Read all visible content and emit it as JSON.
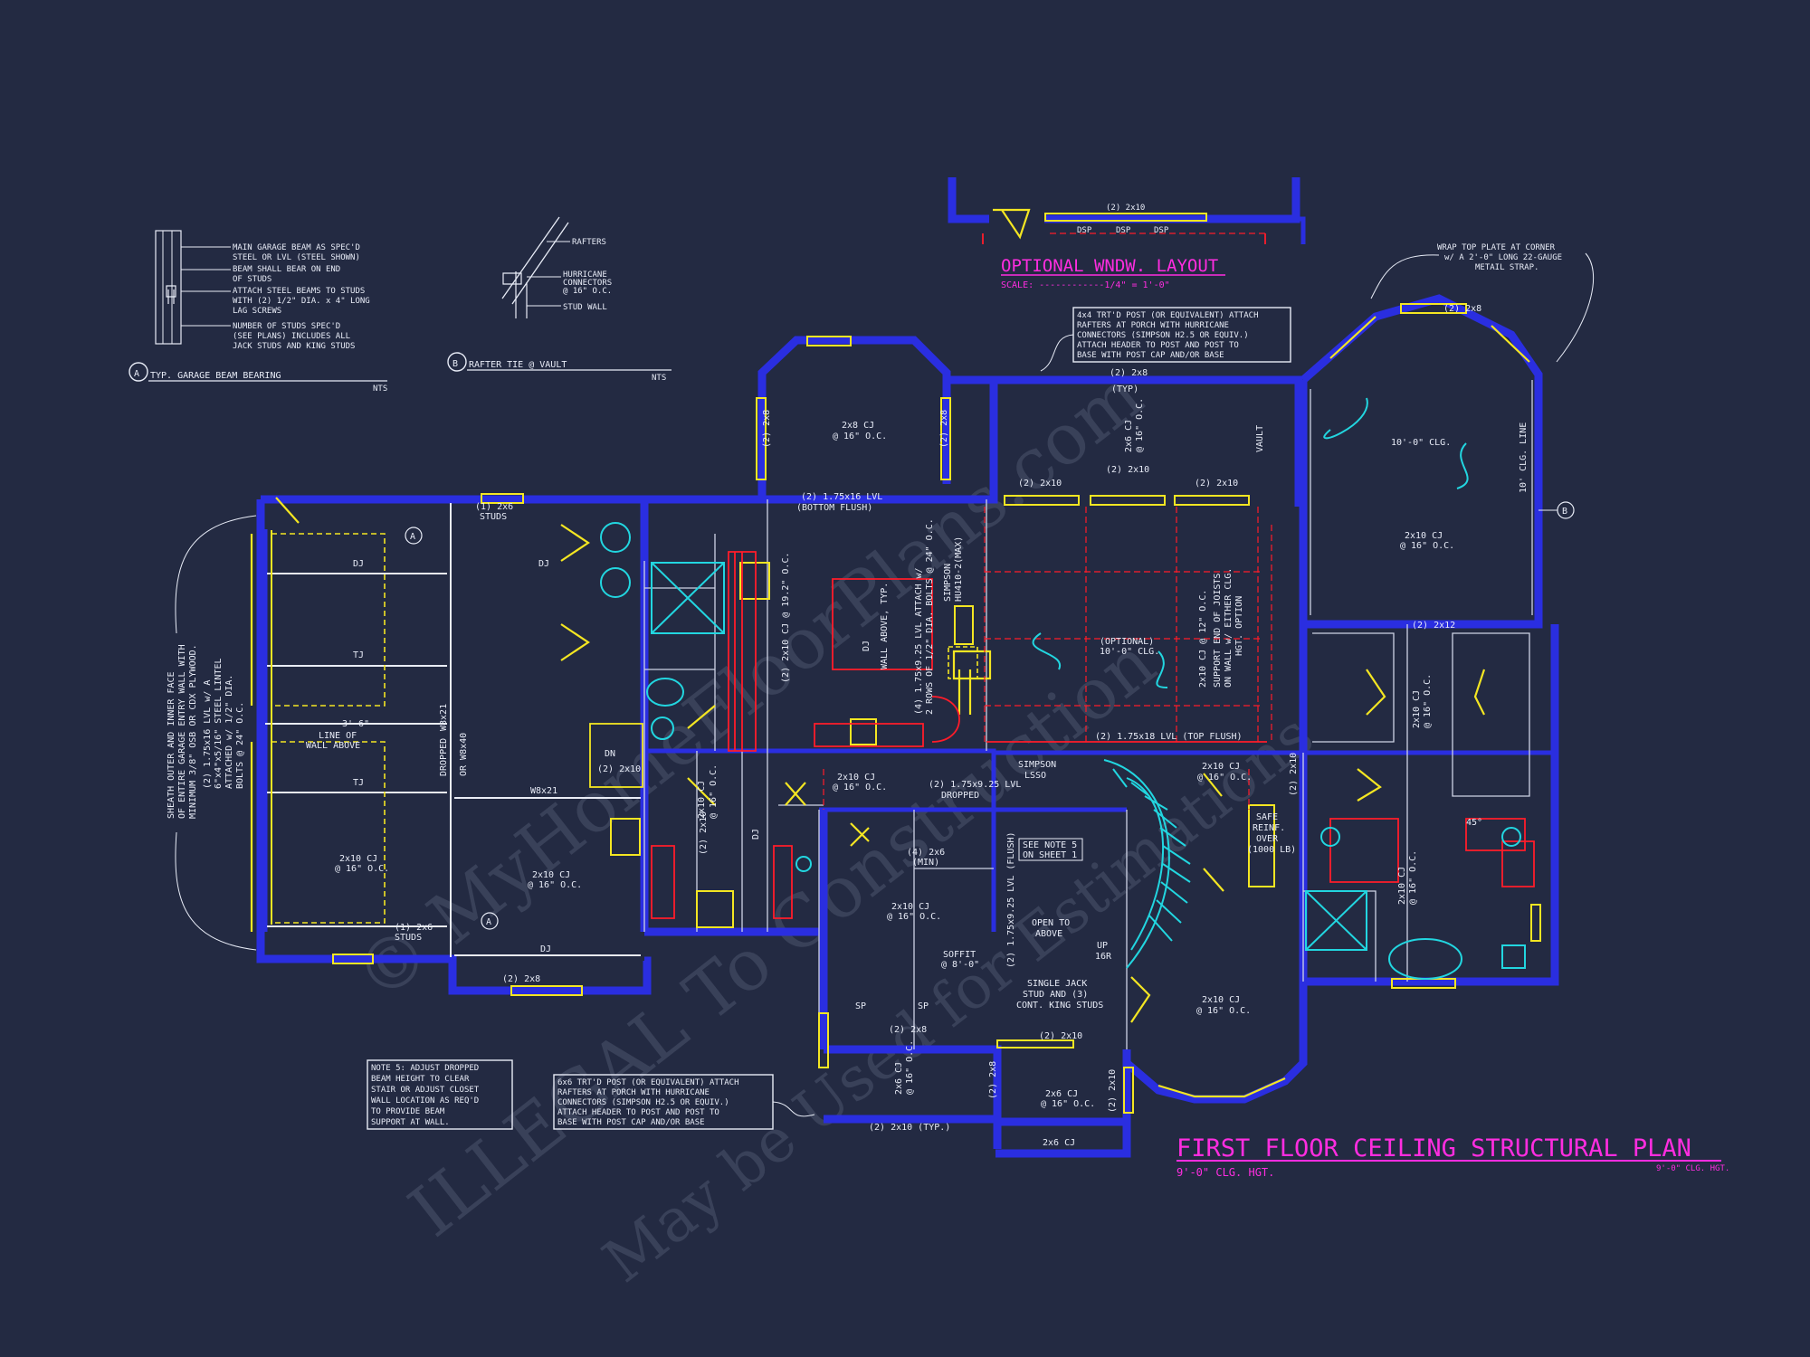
{
  "watermark": {
    "line1": "© MyHomeFloorPlans.com",
    "line2": "ILLEGAL To Construction",
    "line3": "May be Used for Estimations"
  },
  "titles": {
    "main": "FIRST FLOOR CEILING STRUCTURAL PLAN",
    "main_sub": "9'-0\" CLG. HGT.",
    "main_sub_right": "9'-0\" CLG. HGT.",
    "optional": "OPTIONAL WNDW. LAYOUT",
    "optional_scale": "SCALE: ------------1/4\" = 1'-0\""
  },
  "details": {
    "a_title": "TYP. GARAGE BEAM BEARING",
    "a_letter": "A",
    "a_scale": "NTS",
    "a_notes": [
      "MAIN GARAGE BEAM AS SPEC'D",
      "STEEL OR LVL (STEEL SHOWN)",
      "BEAM SHALL BEAR ON END",
      "OF STUDS",
      "ATTACH STEEL BEAMS TO STUDS",
      "WITH (2) 1/2\" DIA. x 4\" LONG",
      "LAG SCREWS",
      "NUMBER OF STUDS SPEC'D",
      "(SEE PLANS) INCLUDES ALL",
      "JACK STUDS AND KING STUDS"
    ],
    "b_title": "RAFTER TIE @ VAULT",
    "b_letter": "B",
    "b_scale": "NTS",
    "b_notes": [
      "RAFTERS",
      "HURRICANE",
      "CONNECTORS",
      "@ 16\" O.C.",
      "STUD WALL"
    ]
  },
  "notes": {
    "porch_top": [
      "4x4 TRT'D POST (OR EQUIVALENT) ATTACH",
      "RAFTERS AT PORCH WITH HURRICANE",
      "CONNECTORS (SIMPSON H2.5 OR EQUIV.)",
      "ATTACH HEADER TO POST AND POST TO",
      "BASE WITH POST CAP AND/OR BASE"
    ],
    "porch_bottom": [
      "6x6 TRT'D POST (OR EQUIVALENT) ATTACH",
      "RAFTERS AT PORCH WITH HURRICANE",
      "CONNECTORS (SIMPSON H2.5 OR EQUIV.)",
      "ATTACH HEADER TO POST AND POST TO",
      "BASE WITH POST CAP AND/OR BASE"
    ],
    "note5": [
      "NOTE 5: ADJUST DROPPED",
      "BEAM HEIGHT TO CLEAR",
      "STAIR OR ADJUST CLOSET",
      "WALL LOCATION AS REQ'D",
      "TO PROVIDE BEAM",
      "SUPPORT AT WALL."
    ],
    "wrap": [
      "WRAP TOP PLATE AT CORNER",
      "w/ A 2'-0\" LONG 22-GAUGE",
      "METAIL STRAP."
    ],
    "sheath": [
      "SHEATH OUTER AND INNER FACE",
      "OF ENTIRE GARAGE ENTRY WALL WITH",
      "MINIMUM 3/8\" OSB OR CDX PLYWOOD."
    ],
    "lvl_garage": [
      "(2) 1.75x16 LVL w/ A",
      "6\"x4\"x5/16\" STEEL LINTEL",
      "ATTACHED w/ 1/2\" DIA.",
      "BOLTS @ 24\" O.C."
    ]
  },
  "labels": {
    "dj": "DJ",
    "tj": "TJ",
    "dn": "DN",
    "vault": "VAULT",
    "wall_above": "WALL ABOVE, TYP.",
    "cj_2x8": "2x8 CJ",
    "oc16": "@ 16\" O.C.",
    "cj_2x10": "2x10 CJ",
    "cj_2x6": "2x6 CJ",
    "clg_10": "10'-0\" CLG.",
    "clg_10_line": "10' CLG. LINE",
    "optional_clg": "(OPTIONAL)",
    "optional_clg2": "10'-0\" CLG.",
    "h_2x10": "(2) 2x10",
    "h_2x8": "(2) 2x8",
    "h_2x8_typ": "(TYP)",
    "h_2x12": "(2) 2x12",
    "h_2x10_typ": "(2) 2x10 (TYP.)",
    "lvl_bottom": "(2) 1.75x16 LVL",
    "lvl_bottom2": "(BOTTOM FLUSH)",
    "lvl_top": "(2) 1.75x18 LVL (TOP FLUSH)",
    "lvl_dropped": "(2) 1.75x9.25 LVL",
    "lvl_dropped2": "DROPPED",
    "simpson_lsso": "SIMPSON",
    "simpson_lsso2": "LSSO",
    "simpson_hu": "SIMPSON",
    "simpson_hu2": "HU410-2(MAX)",
    "studs_1x6": "(1) 2x6",
    "studs": "STUDS",
    "min_2x6": "(4) 2x6",
    "min": "(MIN)",
    "open": "OPEN TO",
    "open2": "ABOVE",
    "soffit": "SOFFIT",
    "soffit2": "@ 8'-0\"",
    "see_note": "SEE NOTE 5",
    "see_note2": "ON SHEET 1",
    "jack": [
      "SINGLE JACK",
      "STUD AND (3)",
      "CONT. KING STUDS"
    ],
    "safe": [
      "SAFE",
      "REINF.",
      "OVER",
      "(1000 LB)"
    ],
    "up": "UP",
    "risers": "16R",
    "dim_36": "3'-6\"",
    "line_of": "LINE OF",
    "wall_above2": "WALL ABOVE",
    "beam_w8x21": "W8x21",
    "dropped": "DROPPED",
    "w8x21": "W8x21",
    "or": "OR W8x40",
    "cj_12": "2x10 CJ @ 12\" O.C.",
    "support_joists": [
      "SUPPORT END OF JOISTS",
      "ON WALL w/ EITHER CLG.",
      "HGT. OPTION"
    ],
    "lvl_attach": [
      "(4) 1.75x9.25 LVL ATTACH w/",
      "2 ROWS OF 1/2\" DIA. BOLTS @ 24\" O.C."
    ],
    "sp": "SP",
    "dsp": "DSP",
    "deg45": "45°",
    "lvl_flush": "(2) 1.75x9.25 LVL (FLUSH)",
    "cj_2x10_19": "(2) 2x10 CJ @ 19.2\" O.C.",
    "cj_2x6_16": "2x6 CJ @ 16\" O.C.",
    "cj_2x10_16": "2x10 CJ @ 16\" O.C."
  }
}
